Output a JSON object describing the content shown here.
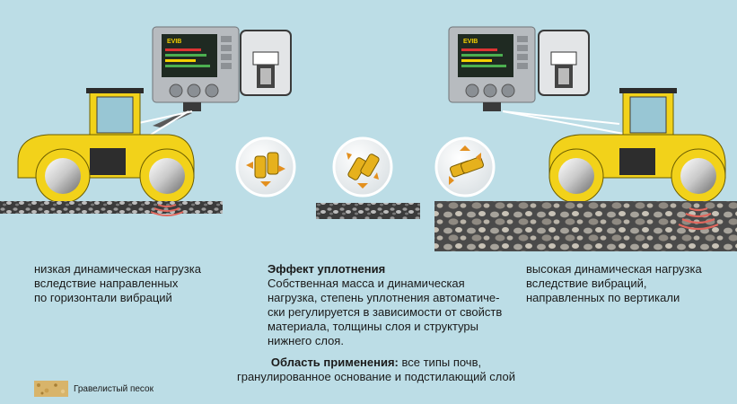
{
  "panel_left": {
    "display_brand": "EVIB",
    "caption_lines": [
      "низкая динамическая нагрузка",
      "вследствие направленных",
      "по горизонтали вибраций"
    ]
  },
  "panel_right": {
    "display_brand": "EVIB",
    "caption_lines": [
      "высокая динамическая нагрузка",
      "вследствие вибраций,",
      "направленных по вертикали"
    ]
  },
  "center": {
    "title": "Эффект уплотнения",
    "body_lines": [
      "Собственная масса и динамическая",
      "нагрузка, степень уплотнения автоматиче-",
      "ски регулируется в зависимости от свойств",
      "материала, толщины слоя и структуры",
      "нижнего слоя."
    ],
    "area_label": "Область применения:",
    "area_text_1": " все типы почв,",
    "area_text_2": "гранулированное основание и подстилающий слой"
  },
  "legend": {
    "label": "Гравелистый песок"
  },
  "colors": {
    "background": "#bcdde6",
    "roller_yellow": "#f2d21a",
    "ground_dark": "#2e2e2e",
    "vibration": "#e0685e",
    "arrow_orange": "#e3901f",
    "sand": "#d8b46a"
  }
}
